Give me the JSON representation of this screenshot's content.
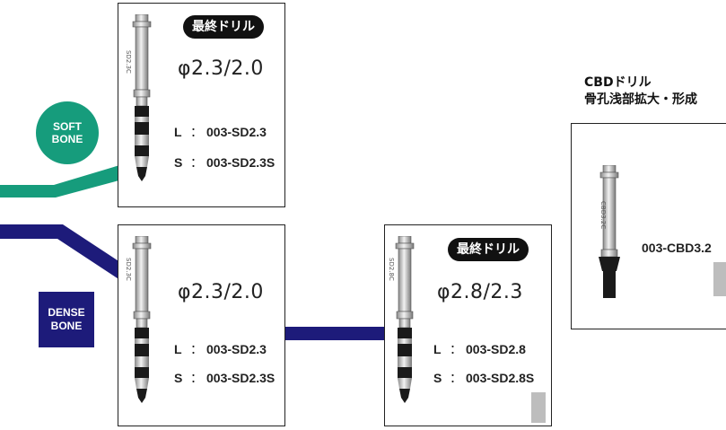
{
  "colors": {
    "soft": "#169c7c",
    "dense": "#1d1b7a",
    "badge": "#111111"
  },
  "soft_bone": {
    "line1": "SOFT",
    "line2": "BONE"
  },
  "dense_bone": {
    "line1": "DENSE",
    "line2": "BONE"
  },
  "card_soft": {
    "badge": "最終ドリル",
    "diameter": "φ2.3/2.0",
    "drill_mark": "SD2.3C",
    "l_label": "L",
    "l_sep": "：",
    "l_code": "003-SD2.3",
    "s_label": "S",
    "s_sep": "：",
    "s_code": "003-SD2.3S"
  },
  "card_dense_1": {
    "diameter": "φ2.3/2.0",
    "drill_mark": "SD2.3C",
    "l_label": "L",
    "l_sep": "：",
    "l_code": "003-SD2.3",
    "s_label": "S",
    "s_sep": "：",
    "s_code": "003-SD2.3S"
  },
  "card_dense_2": {
    "badge": "最終ドリル",
    "diameter": "φ2.8/2.3",
    "drill_mark": "SD2.8C",
    "l_label": "L",
    "l_sep": "：",
    "l_code": "003-SD2.8",
    "s_label": "S",
    "s_sep": "：",
    "s_code": "003-SD2.8S"
  },
  "cbd": {
    "title_line1": "CBDドリル",
    "title_line2": "骨孔浅部拡大・形成",
    "drill_mark": "CBD3.2C",
    "code": "003-CBD3.2"
  }
}
